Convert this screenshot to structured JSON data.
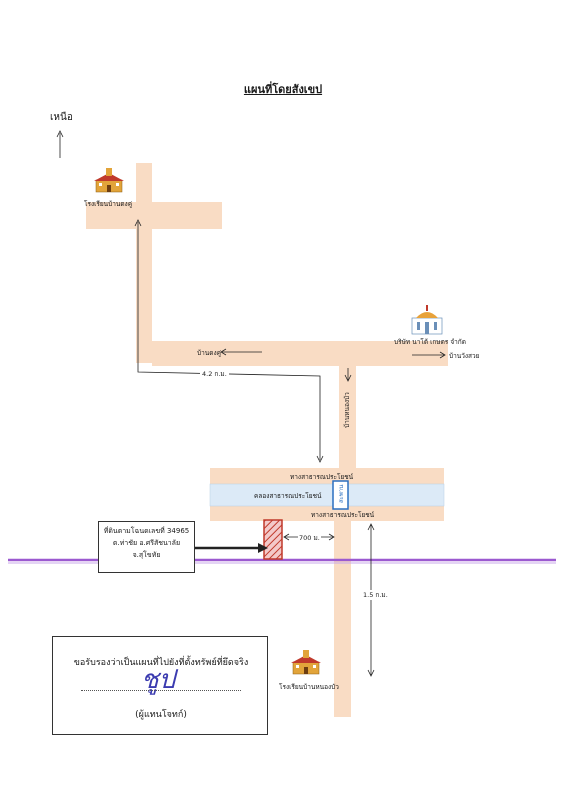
{
  "title": "แผนที่โดยสังเขป",
  "north": "เหนือ",
  "places": {
    "school_top": "โรงเรียนบ้านดงคู่",
    "company": "บริษัท นาโต้ เกษตร จำกัด",
    "village_dongku": "บ้านดงคู่",
    "village_wangsuai": "บ้านวังสวย",
    "distance_42": "4.2 ก.ม.",
    "village_nongbua": "บ้านหนองบัว",
    "public_road_top": "ทางสาธารณประโยชน์",
    "canal": "คลองสาธารณประโยชน์",
    "bridge": "สะพาน",
    "public_road_bottom": "ทางสาธารณประโยชน์",
    "distance_700": "700 ม.",
    "distance_15": "1.5 ก.ม.",
    "school_bottom": "โรงเรียนบ้านหนองบัว"
  },
  "plot": {
    "line1": "ที่ดินตามโฉนดเลขที่ 34965",
    "line2": "ต.ท่าชัย  อ.ศรีสัชนาลัย",
    "line3": "จ.สุโขทัย"
  },
  "certification": {
    "statement": "ขอรับรองว่าเป็นแผนที่ไปยังที่ตั้งทรัพย์ที่ยึดจริง",
    "signature": "ชูป",
    "owner": "(ผู้แทนโจทก์)"
  },
  "colors": {
    "road": "#f9dcc4",
    "canal": "#dceaf7",
    "railway": "#9b59d0",
    "plot": "#c0392b",
    "school": "#e2a43a"
  }
}
